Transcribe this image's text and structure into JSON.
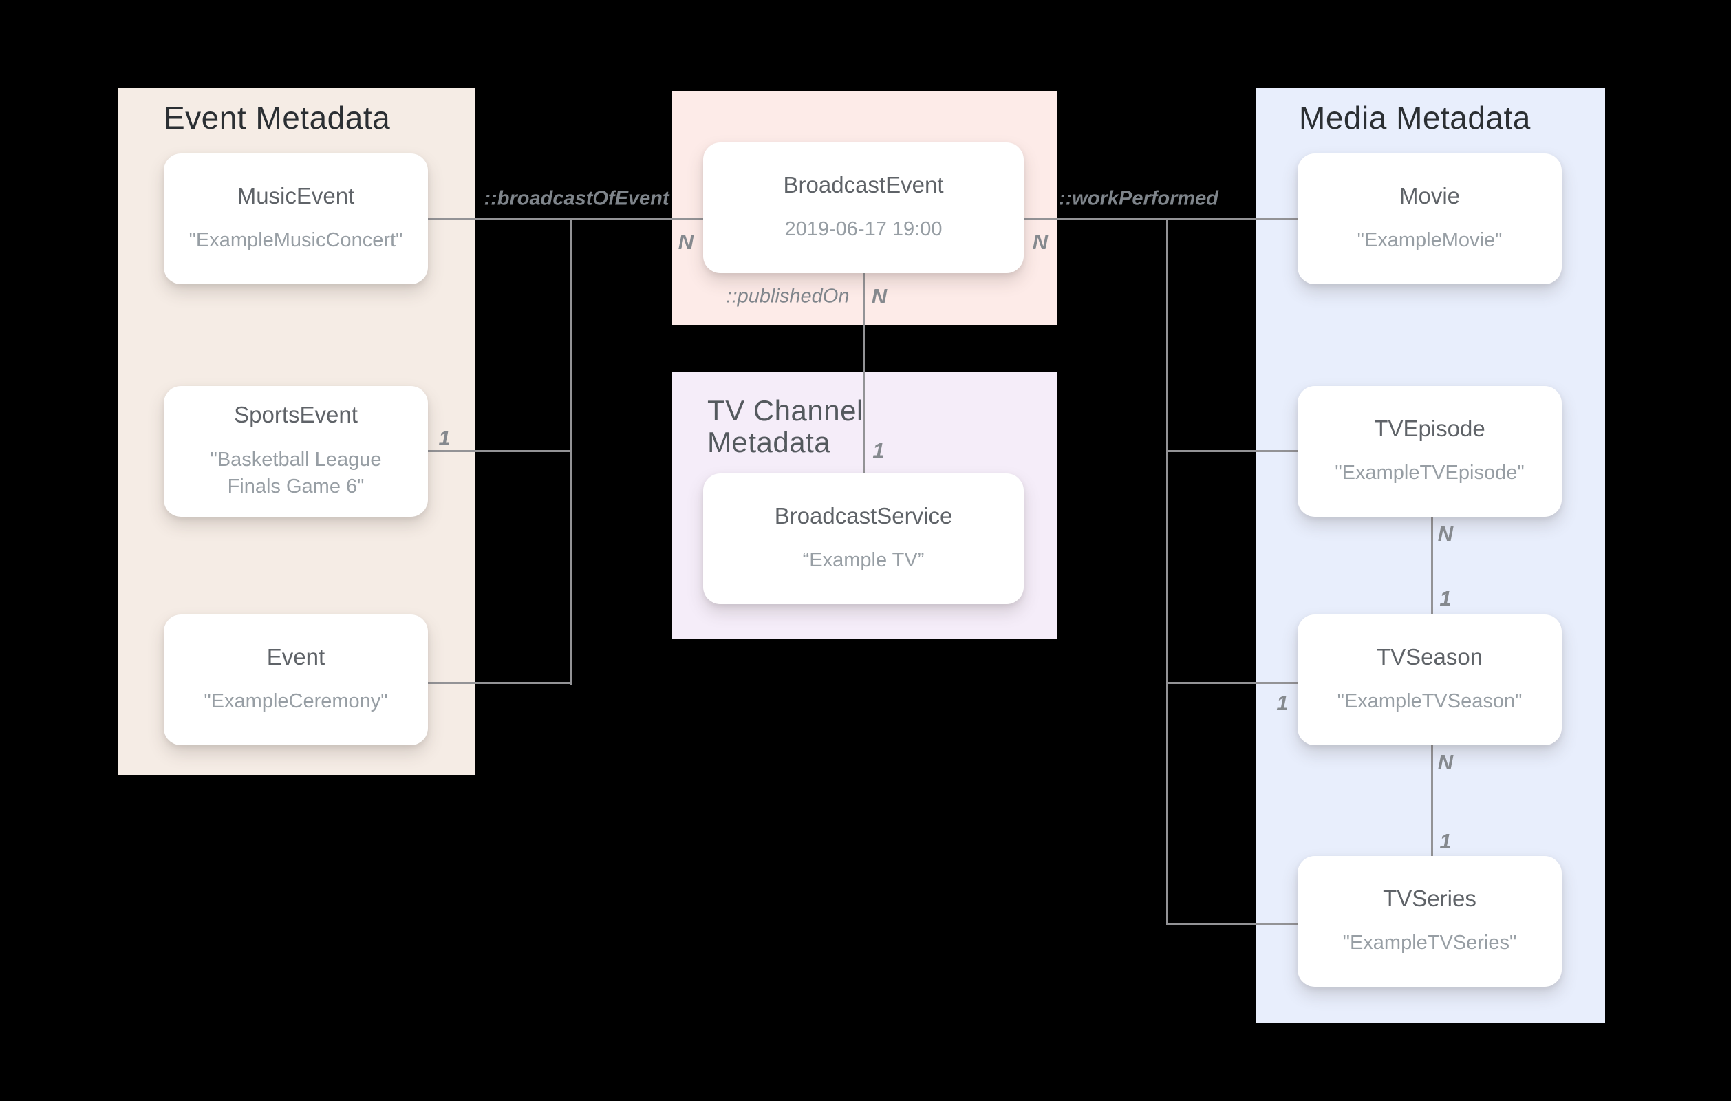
{
  "diagram": {
    "panels": {
      "event": {
        "title": "Event Metadata"
      },
      "tv_channel": {
        "title": "TV Channel Metadata"
      },
      "media": {
        "title": "Media Metadata"
      }
    },
    "nodes": {
      "music_event": {
        "title": "MusicEvent",
        "subtitle": "\"ExampleMusicConcert\""
      },
      "sports_event": {
        "title": "SportsEvent",
        "subtitle": "\"Basketball League Finals Game 6\""
      },
      "event": {
        "title": "Event",
        "subtitle": "\"ExampleCeremony\""
      },
      "broadcast_event": {
        "title": "BroadcastEvent",
        "subtitle": "2019-06-17 19:00"
      },
      "broadcast_service": {
        "title": "BroadcastService",
        "subtitle": "“Example TV”"
      },
      "movie": {
        "title": "Movie",
        "subtitle": "\"ExampleMovie\""
      },
      "tv_episode": {
        "title": "TVEpisode",
        "subtitle": "\"ExampleTVEpisode\""
      },
      "tv_season": {
        "title": "TVSeason",
        "subtitle": "\"ExampleTVSeason\""
      },
      "tv_series": {
        "title": "TVSeries",
        "subtitle": "\"ExampleTVSeries\""
      }
    },
    "edges": {
      "broadcast_of_event": "::broadcastOfEvent",
      "work_performed": "::workPerformed",
      "published_on": "::publishedOn"
    },
    "cardinalities": {
      "broadcast_event_left": "N",
      "broadcast_event_right": "N",
      "published_on_top": "N",
      "broadcast_service_top": "1",
      "sports_event_right": "1",
      "tv_season_left": "1",
      "tv_episode_bottom": "N",
      "tv_season_top": "1",
      "tv_season_bottom": "N",
      "tv_series_top": "1"
    },
    "colors": {
      "background": "#000000",
      "event_panel": "#f5ece5",
      "broadcast_panel": "#fdebe8",
      "tv_channel_panel": "#f5edf9",
      "media_panel": "#e8eefc",
      "card": "#ffffff",
      "line": "#939396",
      "panel_title_dark": "#2b2f33",
      "panel_title_gray": "#54595e",
      "node_title": "#5f6368",
      "node_subtitle": "#979ea4",
      "edge_label": "#7f858b"
    }
  }
}
